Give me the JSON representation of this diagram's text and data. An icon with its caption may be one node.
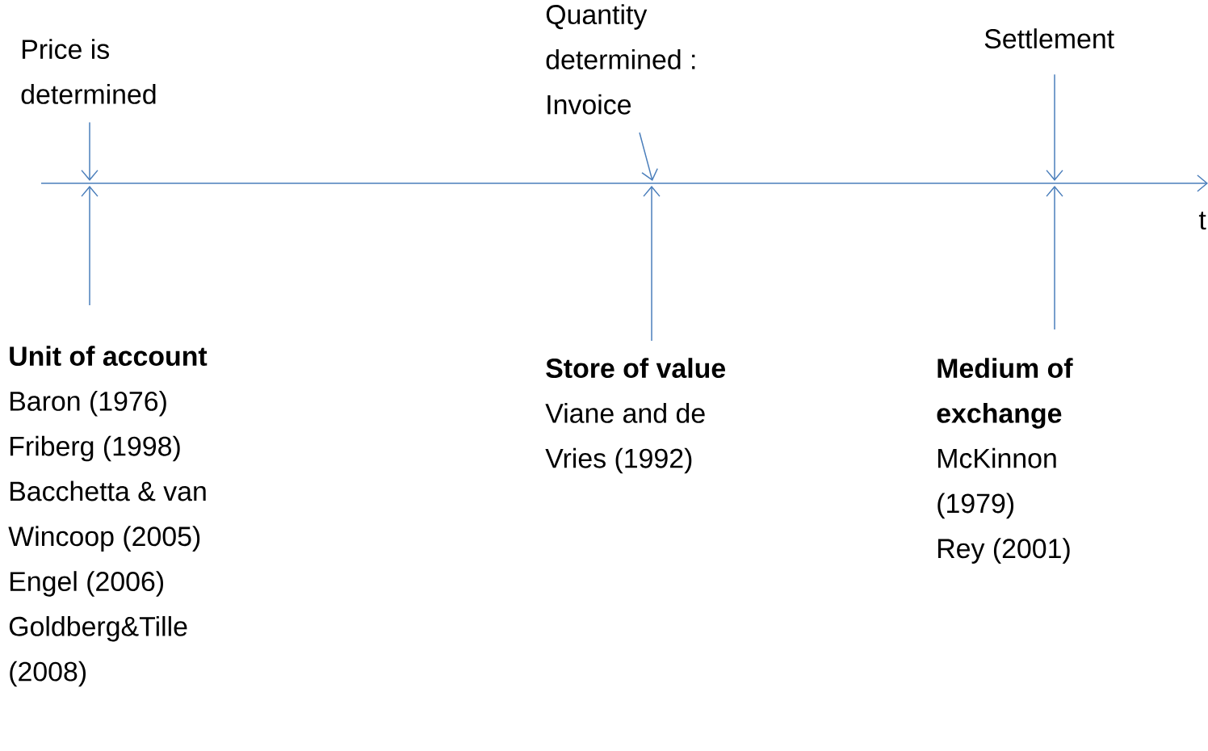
{
  "diagram": {
    "nodes": [
      {
        "text": [
          "Price is determined"
        ]
      },
      {
        "text": [
          "Quantity determined : Invoice"
        ]
      },
      {
        "text": [
          "Settlement"
        ]
      },
      {
        "text": [
          "Unit of account",
          "Baron (1976)",
          "Friberg (1998)",
          "Bacchetta & van Wincoop (2005)",
          "Engel (2006)",
          "Goldberg&Tille (2008)"
        ]
      },
      {
        "text": [
          "Store of value",
          "Viane and de Vries (1992)"
        ]
      },
      {
        "text": [
          "Medium of exchange",
          "McKinnon (1979)",
          "Rey (2001)"
        ]
      }
    ],
    "edges": [
      {
        "from": 0,
        "to": null,
        "arrow": "to"
      },
      {
        "from": 1,
        "to": null,
        "arrow": "to"
      },
      {
        "from": 2,
        "to": null,
        "arrow": "to"
      },
      {
        "from": 3,
        "to": null,
        "arrow": "to"
      },
      {
        "from": 4,
        "to": null,
        "arrow": "to"
      },
      {
        "from": 5,
        "to": null,
        "arrow": "to"
      }
    ],
    "labels": [
      "t"
    ]
  }
}
